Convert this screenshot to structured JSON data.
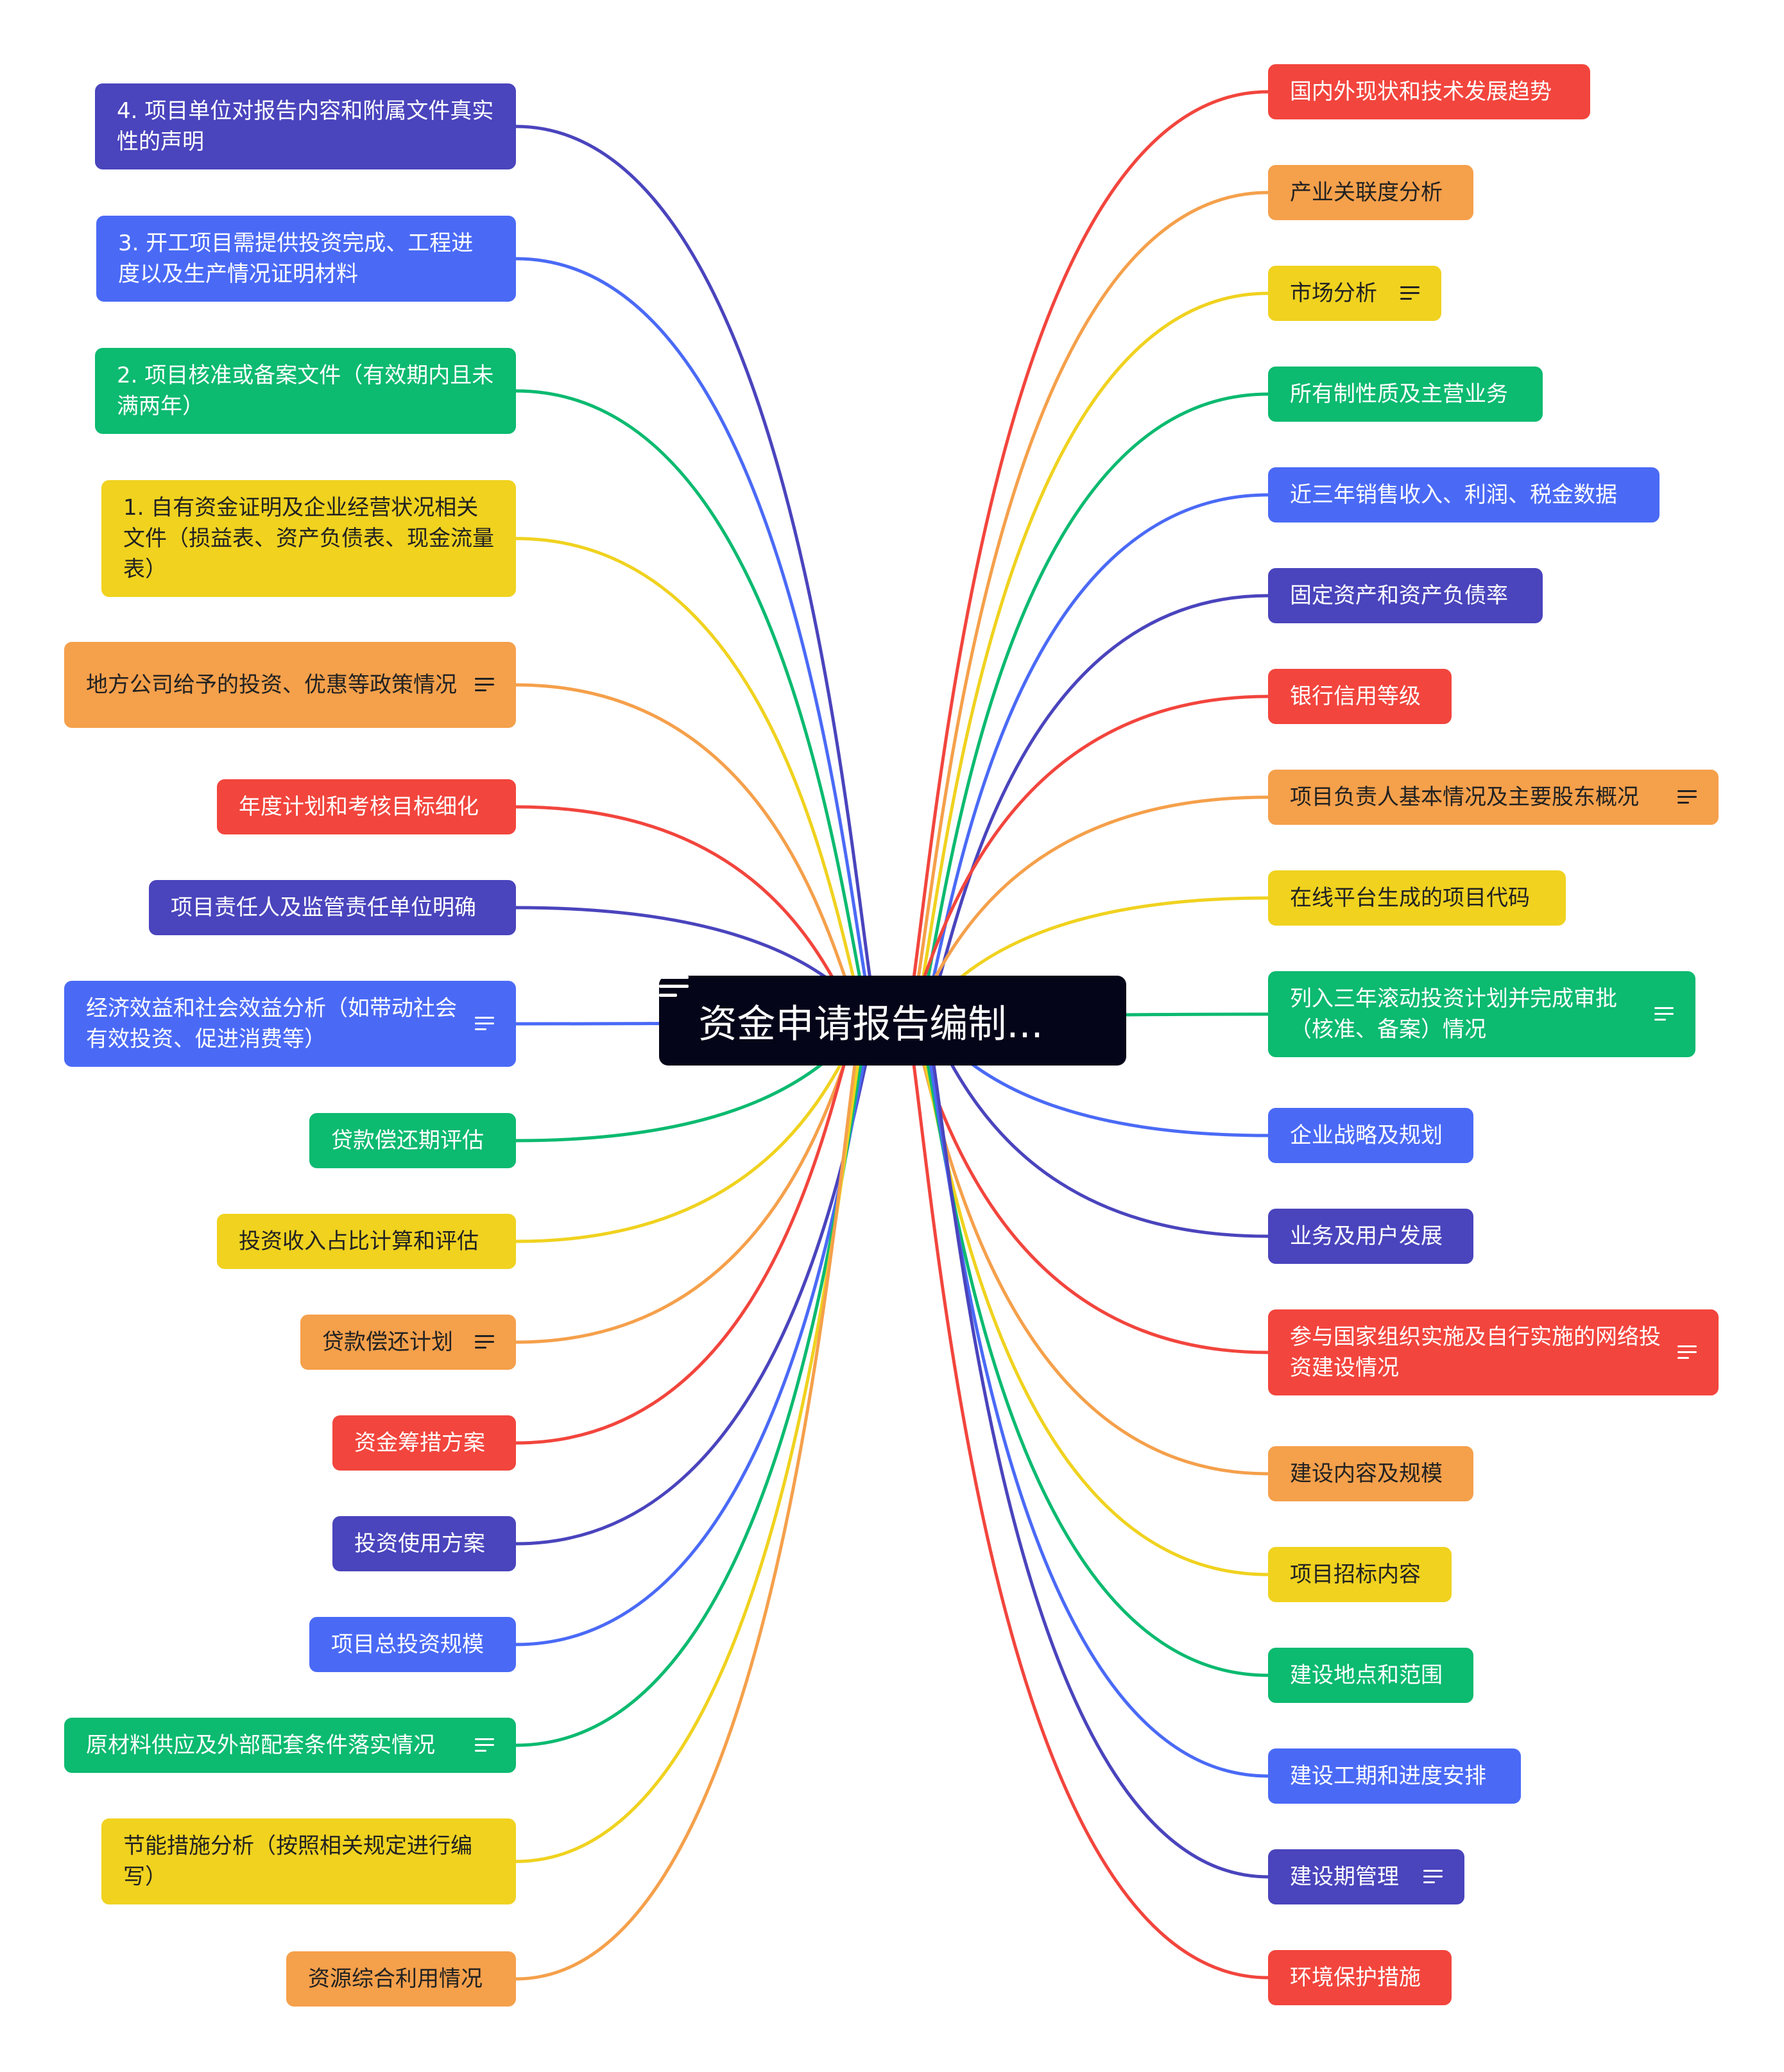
{
  "root": {
    "title": "资金申请报告编制...",
    "has_note": true
  },
  "colors": {
    "red": "#f2453d",
    "orange": "#f5a04b",
    "yellow": "#f0d21f",
    "green": "#0cba70",
    "blue": "#4a6af6",
    "indigo": "#4a44bd"
  },
  "left": [
    {
      "label": "4. 项目单位对报告内容和附属文件真实性的声明",
      "color": "indigo",
      "has_note": false
    },
    {
      "label": "3. 开工项目需提供投资完成、工程进度以及生产情况证明材料",
      "color": "blue",
      "has_note": false
    },
    {
      "label": "2. 项目核准或备案文件（有效期内且未满两年）",
      "color": "green",
      "has_note": false
    },
    {
      "label": "1. 自有资金证明及企业经营状况相关文件（损益表、资产负债表、现金流量表）",
      "color": "yellow",
      "has_note": false
    },
    {
      "label": "地方公司给予的投资、优惠等政策情况",
      "color": "orange",
      "has_note": true
    },
    {
      "label": "年度计划和考核目标细化",
      "color": "red",
      "has_note": false
    },
    {
      "label": "项目责任人及监管责任单位明确",
      "color": "indigo",
      "has_note": false
    },
    {
      "label": "经济效益和社会效益分析（如带动社会有效投资、促进消费等）",
      "color": "blue",
      "has_note": true
    },
    {
      "label": "贷款偿还期评估",
      "color": "green",
      "has_note": false
    },
    {
      "label": "投资收入占比计算和评估",
      "color": "yellow",
      "has_note": false
    },
    {
      "label": "贷款偿还计划",
      "color": "orange",
      "has_note": true
    },
    {
      "label": "资金筹措方案",
      "color": "red",
      "has_note": false
    },
    {
      "label": "投资使用方案",
      "color": "indigo",
      "has_note": false
    },
    {
      "label": "项目总投资规模",
      "color": "blue",
      "has_note": false
    },
    {
      "label": "原材料供应及外部配套条件落实情况",
      "color": "green",
      "has_note": true
    },
    {
      "label": "节能措施分析（按照相关规定进行编写）",
      "color": "yellow",
      "has_note": false
    },
    {
      "label": "资源综合利用情况",
      "color": "orange",
      "has_note": false
    }
  ],
  "right": [
    {
      "label": "国内外现状和技术发展趋势",
      "color": "red",
      "has_note": false
    },
    {
      "label": "产业关联度分析",
      "color": "orange",
      "has_note": false
    },
    {
      "label": "市场分析",
      "color": "yellow",
      "has_note": true
    },
    {
      "label": "所有制性质及主营业务",
      "color": "green",
      "has_note": false
    },
    {
      "label": "近三年销售收入、利润、税金数据",
      "color": "blue",
      "has_note": false
    },
    {
      "label": "固定资产和资产负债率",
      "color": "indigo",
      "has_note": false
    },
    {
      "label": "银行信用等级",
      "color": "red",
      "has_note": false
    },
    {
      "label": "项目负责人基本情况及主要股东概况",
      "color": "orange",
      "has_note": true
    },
    {
      "label": "在线平台生成的项目代码",
      "color": "yellow",
      "has_note": false
    },
    {
      "label": "列入三年滚动投资计划并完成审批（核准、备案）情况",
      "color": "green",
      "has_note": true
    },
    {
      "label": "企业战略及规划",
      "color": "blue",
      "has_note": false
    },
    {
      "label": "业务及用户发展",
      "color": "indigo",
      "has_note": false
    },
    {
      "label": "参与国家组织实施及自行实施的网络投资建设情况",
      "color": "red",
      "has_note": true
    },
    {
      "label": "建设内容及规模",
      "color": "orange",
      "has_note": false
    },
    {
      "label": "项目招标内容",
      "color": "yellow",
      "has_note": false
    },
    {
      "label": "建设地点和范围",
      "color": "green",
      "has_note": false
    },
    {
      "label": "建设工期和进度安排",
      "color": "blue",
      "has_note": false
    },
    {
      "label": "建设期管理",
      "color": "indigo",
      "has_note": true
    },
    {
      "label": "环境保护措施",
      "color": "red",
      "has_note": false
    }
  ]
}
